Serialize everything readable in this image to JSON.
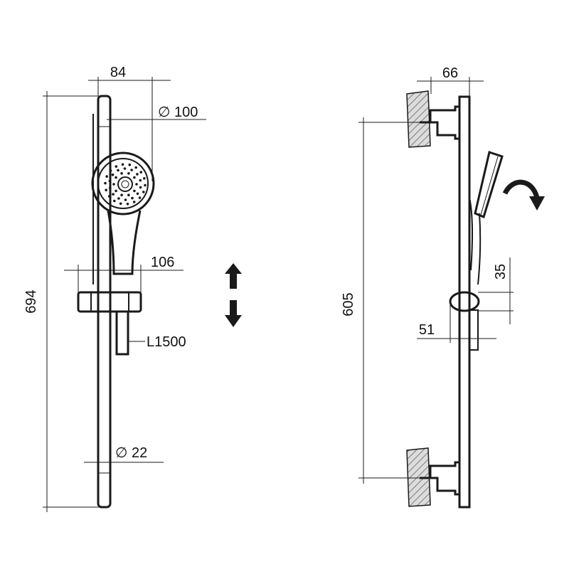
{
  "drawing": {
    "front_view": {
      "dim_width": "84",
      "dim_head_diameter": "∅ 100",
      "dim_slider_width": "106",
      "dim_total_height": "694",
      "dim_hose_length": "L1500",
      "dim_rail_diameter": "∅ 22"
    },
    "side_view": {
      "dim_depth": "66",
      "dim_bracket_spacing": "605",
      "dim_slider_height": "35",
      "dim_slider_depth": "51"
    }
  },
  "colors": {
    "line": "#1a1a1a",
    "hatch": "#333333",
    "wall_fill": "#cfcfcf"
  },
  "icons": [
    "double-arrow-icon",
    "rotate-arrow-icon"
  ]
}
